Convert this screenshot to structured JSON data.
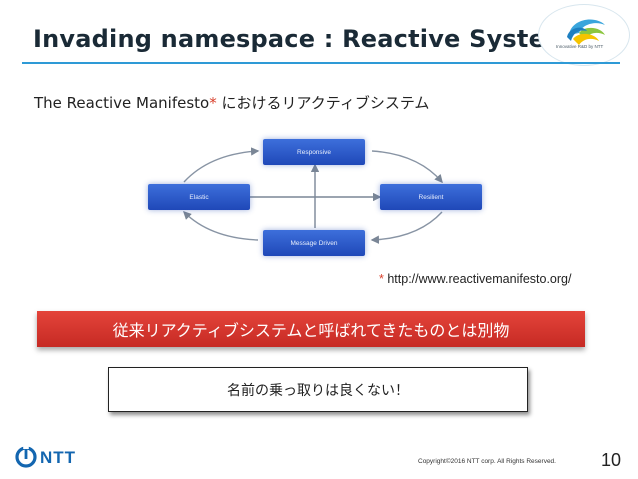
{
  "slide": {
    "title": "Invading namespace : Reactive System",
    "logo_caption": "Innovative R&D by NTT",
    "subtitle_main": "The Reactive Manifesto",
    "subtitle_star": "*",
    "subtitle_rest": " におけるリアクティブシステム",
    "diagram": {
      "responsive": "Responsive",
      "elastic": "Elastic",
      "resilient": "Resilient",
      "message_driven": "Message Driven"
    },
    "footnote_star": "*",
    "footnote_url": " http://www.reactivemanifesto.org/",
    "banner_text": "従来リアクティブシステムと呼ばれてきたものとは別物",
    "box_text": "名前の乗っ取りは良くない！",
    "footer": {
      "brand": "NTT",
      "copyright": "Copyright©2016  NTT corp. All Rights Reserved.",
      "page_number": "10"
    }
  },
  "colors": {
    "title_rule": "#2e9ad6",
    "banner": "#d8332c",
    "node": "#2d5cc8",
    "accent_star": "#d8402c",
    "brand_blue": "#1366b0"
  }
}
